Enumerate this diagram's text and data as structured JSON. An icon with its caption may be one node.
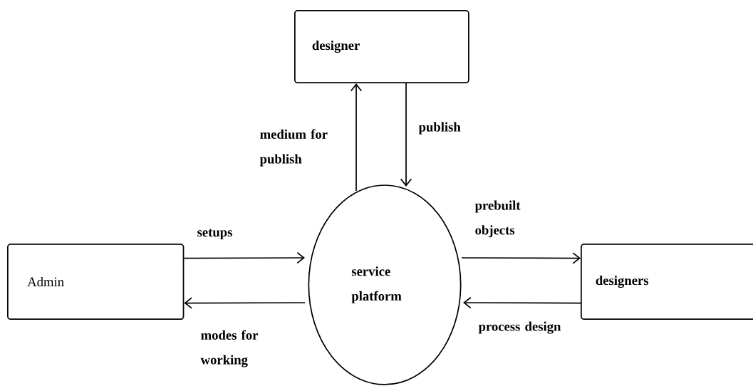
{
  "diagram": {
    "nodes": [
      {
        "text": [
          "designer"
        ]
      },
      {
        "text": [
          "service platform"
        ]
      },
      {
        "text": [
          "Admin"
        ]
      },
      {
        "text": [
          "designers"
        ]
      }
    ],
    "edges": [
      {
        "from": 1,
        "to": 0,
        "arrow": "to",
        "label": "medium for publish"
      },
      {
        "from": 0,
        "to": 1,
        "arrow": "to",
        "label": "publish"
      },
      {
        "from": 2,
        "to": 1,
        "arrow": "to",
        "label": "setups"
      },
      {
        "from": 1,
        "to": 2,
        "arrow": "to",
        "label": "modes for working"
      },
      {
        "from": 1,
        "to": 3,
        "arrow": "to",
        "label": "prebuilt objects"
      },
      {
        "from": 3,
        "to": 1,
        "arrow": "to",
        "label": "process design"
      }
    ]
  }
}
